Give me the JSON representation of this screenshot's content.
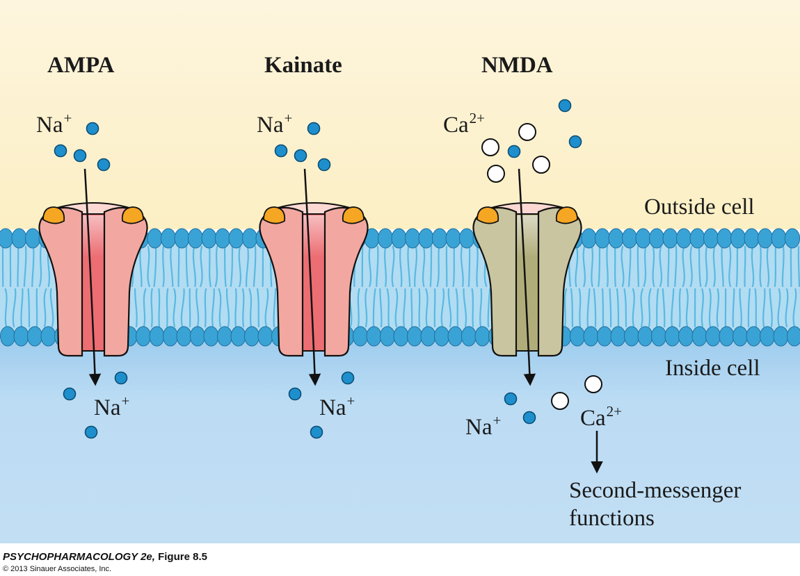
{
  "diagram": {
    "receptors": [
      {
        "name": "AMPA",
        "ion_out": "Na",
        "ion_out_charge": "+",
        "ion_in": "Na",
        "ion_in_charge": "+"
      },
      {
        "name": "Kainate",
        "ion_out": "Na",
        "ion_out_charge": "+",
        "ion_in": "Na",
        "ion_in_charge": "+"
      },
      {
        "name": "NMDA",
        "ion_out": "Ca",
        "ion_out_charge": "2+",
        "ion_in_na": "Na",
        "ion_in_na_charge": "+",
        "ion_in_ca": "Ca",
        "ion_in_ca_charge": "2+"
      }
    ],
    "outside_label": "Outside cell",
    "inside_label": "Inside cell",
    "effect_line1": "Second-messenger",
    "effect_line2": "functions"
  },
  "caption": {
    "line1_book": "PSYCHOPHARMACOLOGY 2e,",
    "line1_figure": " Figure 8.5",
    "line2": "© 2013 Sinauer Associates, Inc."
  },
  "colors": {
    "outside": "#fcf2cc",
    "inside": "#c2def3",
    "membrane_head": "#3aa3d6",
    "membrane_tail": "#58b9e2",
    "sodium_ion": "#1e8fcc",
    "calcium_ion": "#ffffff",
    "ampa_channel": "#f2a8a0",
    "kainate_channel": "#f2a8a0",
    "nmda_channel": "#c9c5a0",
    "binding_site": "#f5a623"
  }
}
